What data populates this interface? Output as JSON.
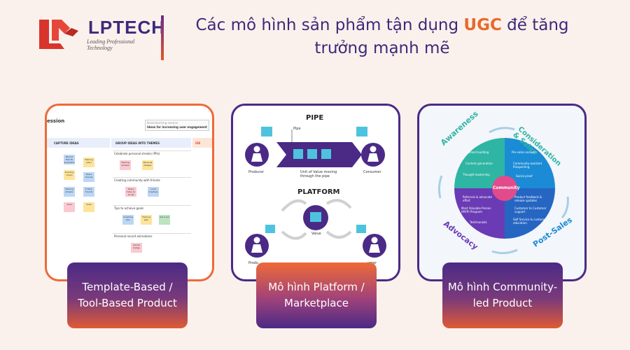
{
  "logo": {
    "name": "LPTECH",
    "tagline": "Leading Professional Technology"
  },
  "title": {
    "part1": "Các mô hình sản phẩm tận dụng ",
    "accent": "UGC",
    "part2": " để tăng trưởng mạnh mẽ"
  },
  "colors": {
    "primary": "#4b2a86",
    "accent": "#ee6a37",
    "background": "#fbf1ec"
  },
  "cards": [
    {
      "label": "Template-Based / Tool-Based Product",
      "board": {
        "session": "ession",
        "brief_line1": "Brainstorming session",
        "brief_line2": "Ideas for increasing user engagement",
        "col1_header": "CAPTURE IDEAS",
        "col2_header": "GROUP IDEAS INTO THEMES",
        "col3_header": "IDE",
        "groups": [
          "Celebrate personal streaks (PRs)",
          "Creating community with friends",
          "Tips to achieve goals",
          "Personal record animations"
        ],
        "stickies_col1": [
          "Record first 5k anywhere",
          "Training plans",
          "Running clinics",
          "Share friends",
          "Training streaks",
          "Follow friends",
          "Goal",
          "Track"
        ],
        "stickies_col2": [
          "Training streaks",
          "Personal badges",
          "Share miles on social",
          "Local meetups",
          "Coaching tips",
          "Training plan",
          "Ask a pro",
          "Sports badge"
        ]
      }
    },
    {
      "label": "Mô hình Platform / Marketplace",
      "pipe_title": "PIPE",
      "pipe_label": "Pipe",
      "producer": "Producer",
      "consumer": "Consumer",
      "unit_value": "Unit of Value moving through the pipe",
      "platform_title": "PLATFORM",
      "value": "Value",
      "platform_producer": "Produ",
      "platform_consumer": "umer"
    },
    {
      "label": "Mô hình Community-led Product",
      "center": "Community",
      "ring": [
        "Awareness",
        "Consideration & Sales",
        "Post-Sales",
        "Advocacy"
      ],
      "items_tl": [
        "Brand building",
        "Content generation",
        "Thought leadership"
      ],
      "items_tr": [
        "Pre-sales answers",
        "Community-assisted Prospecting",
        "Social proof"
      ],
      "items_br": [
        "Product feedback & release updates",
        "Customer to Customer support",
        "Self Service & customer education"
      ],
      "items_bl": [
        "Referrals & advocate effort",
        "Most Valuable Person (MVP) Program",
        "Testimonials"
      ]
    }
  ]
}
